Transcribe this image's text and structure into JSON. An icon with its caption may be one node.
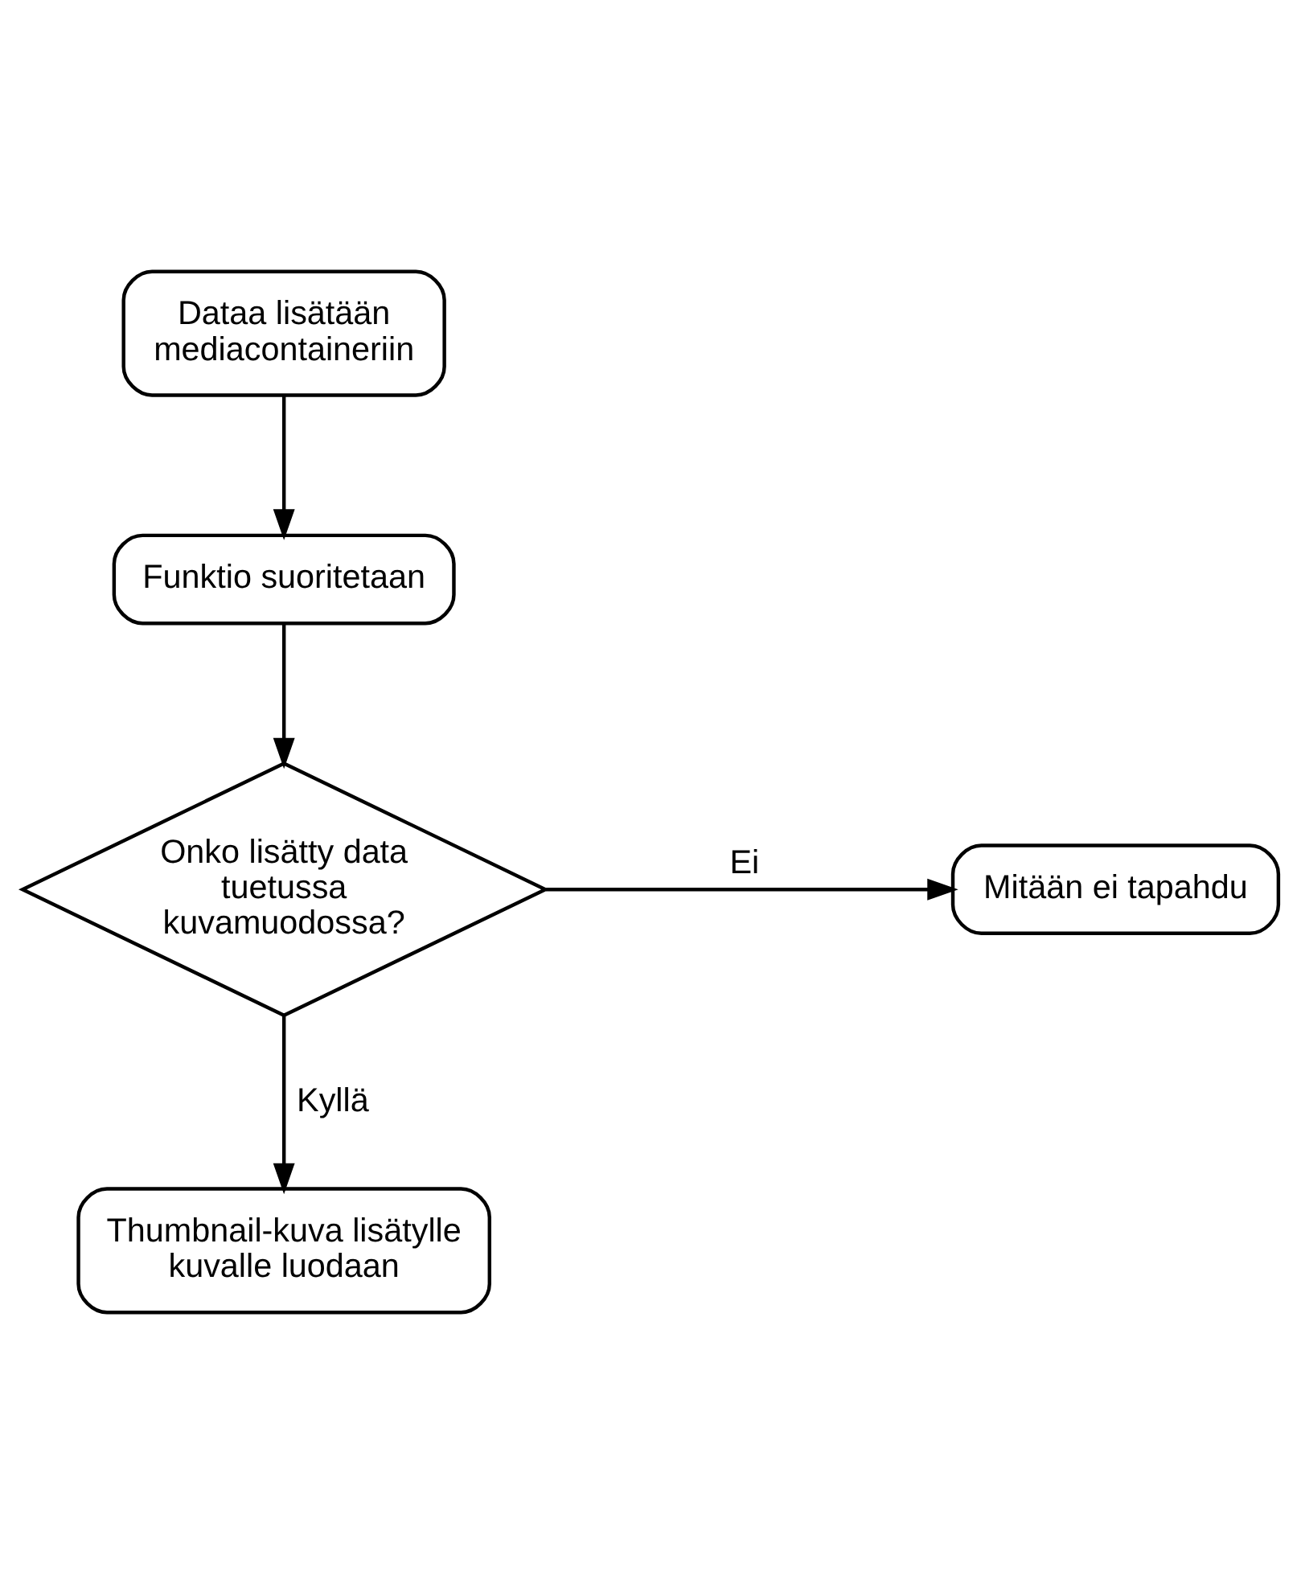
{
  "diagram": {
    "nodes": [
      {
        "text": [
          "Dataa lisätään mediacontaineriin"
        ]
      },
      {
        "text": [
          "Funktio suoritetaan"
        ]
      },
      {
        "text": [
          "Onko lisätty data tuetussa kuvamuodossa?"
        ]
      },
      {
        "text": [
          "Mitään ei tapahdu"
        ]
      },
      {
        "text": [
          "Thumbnail-kuva lisätylle kuvalle luodaan"
        ]
      }
    ],
    "edges": [
      {
        "from": 0,
        "to": 1,
        "arrow": "to"
      },
      {
        "from": 1,
        "to": 2,
        "arrow": "to"
      },
      {
        "from": 2,
        "to": 3,
        "label": "Ei",
        "arrow": "to"
      },
      {
        "from": 2,
        "to": 4,
        "label": "Kyllä",
        "arrow": "to"
      }
    ]
  }
}
